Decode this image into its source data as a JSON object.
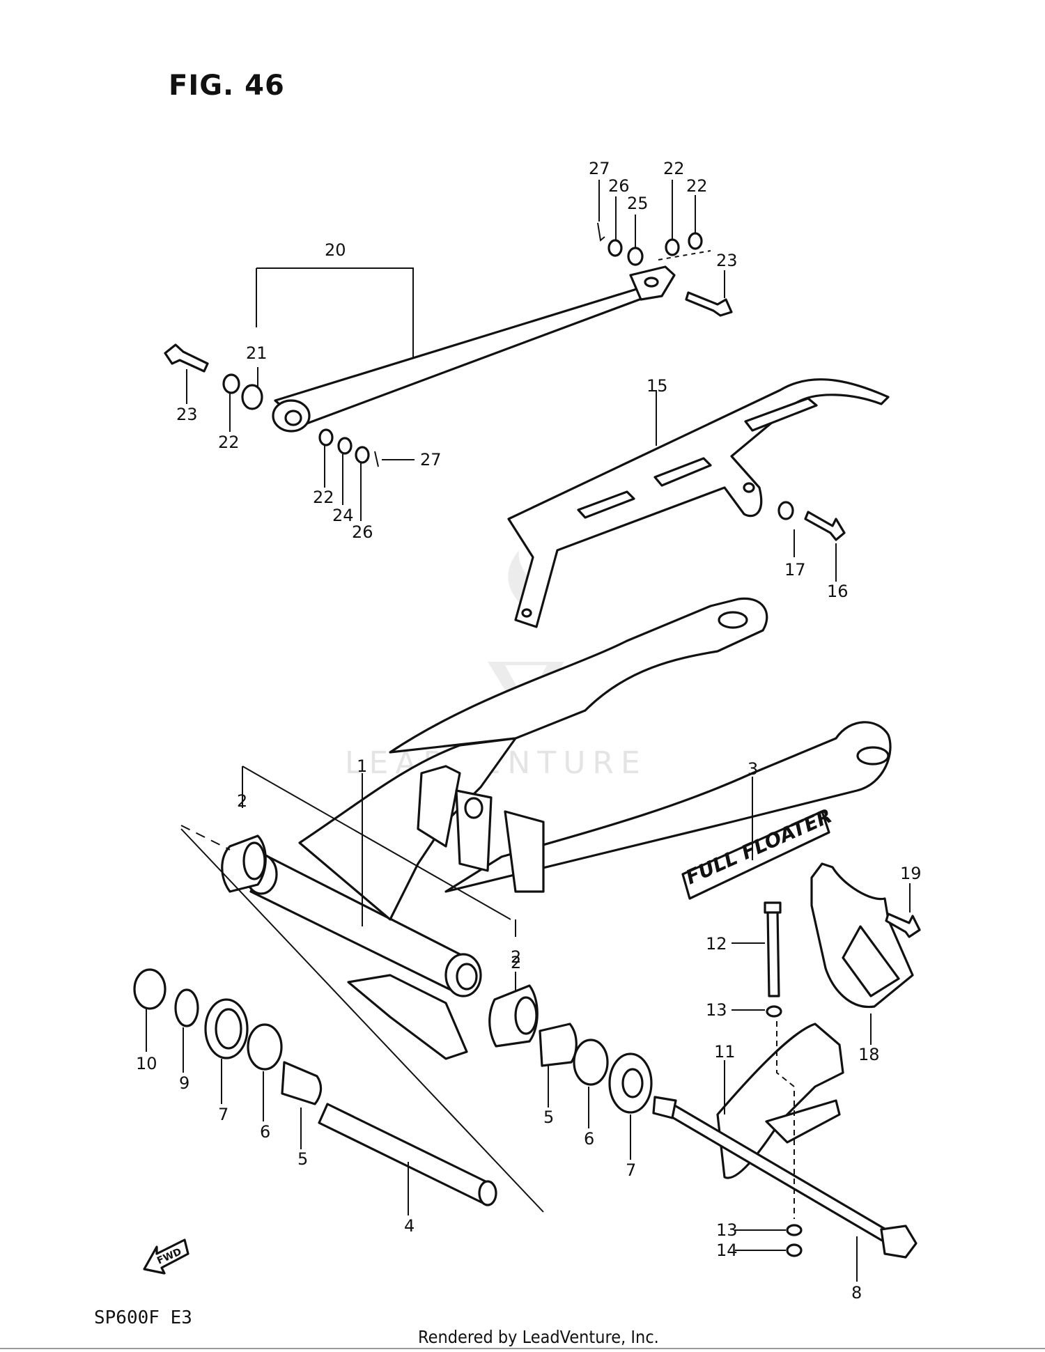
{
  "figure": {
    "title": "FIG. 46"
  },
  "model": "SP600F  E3",
  "footer": "Rendered by LeadVenture, Inc.",
  "watermark": {
    "text": "LEADVENTURE",
    "color": "#e4e4e4"
  },
  "direction_arrow": {
    "text": "FWD"
  },
  "swingarm_logo": "FULL FLOATER",
  "callouts": {
    "c27a": "27",
    "c26a": "26",
    "c25": "25",
    "c22a": "22",
    "c22b": "22",
    "c23a": "23",
    "c20": "20",
    "c21": "21",
    "c23b": "23",
    "c22c": "22",
    "c22d": "22",
    "c24": "24",
    "c26b": "26",
    "c27b": "27",
    "c15": "15",
    "c17": "17",
    "c16": "16",
    "c1": "1",
    "c3": "3",
    "c2a": "2",
    "c2b": "2",
    "c2c": "2",
    "c19": "19",
    "c12": "12",
    "c18": "18",
    "c13a": "13",
    "c11": "11",
    "c10": "10",
    "c9": "9",
    "c7a": "7",
    "c6a": "6",
    "c5a": "5",
    "c4": "4",
    "c5b": "5",
    "c6b": "6",
    "c7b": "7",
    "c13b": "13",
    "c14": "14",
    "c8": "8"
  }
}
